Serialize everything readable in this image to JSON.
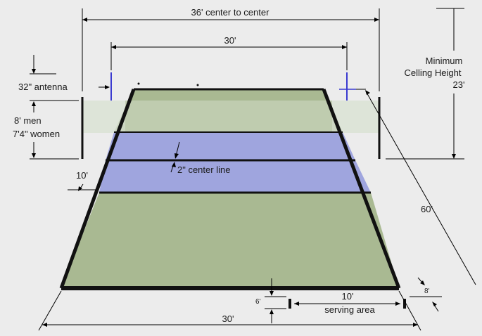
{
  "labels": {
    "center_to_center": "36' center to center",
    "antenna_span": "30'",
    "antenna": "32\" antenna",
    "net_men": "8'  men",
    "net_women": "7'4\" women",
    "attack_line": "10'",
    "center_line": "2\" center line",
    "ceiling_1": "Minimum",
    "ceiling_2": "Celling Height",
    "ceiling_3": "23'",
    "court_length": "60'",
    "end_offset": "8'",
    "serving_offset": "6'",
    "serving_width": "10'",
    "serving_area": "serving area",
    "court_width": "30'"
  },
  "colors": {
    "background": "#ececec",
    "court_green": "#a9b992",
    "attack_zone_blue": "#9fa5de",
    "net_band": "#d2dccb",
    "line": "#111111",
    "antenna": "#3a3ad0"
  }
}
